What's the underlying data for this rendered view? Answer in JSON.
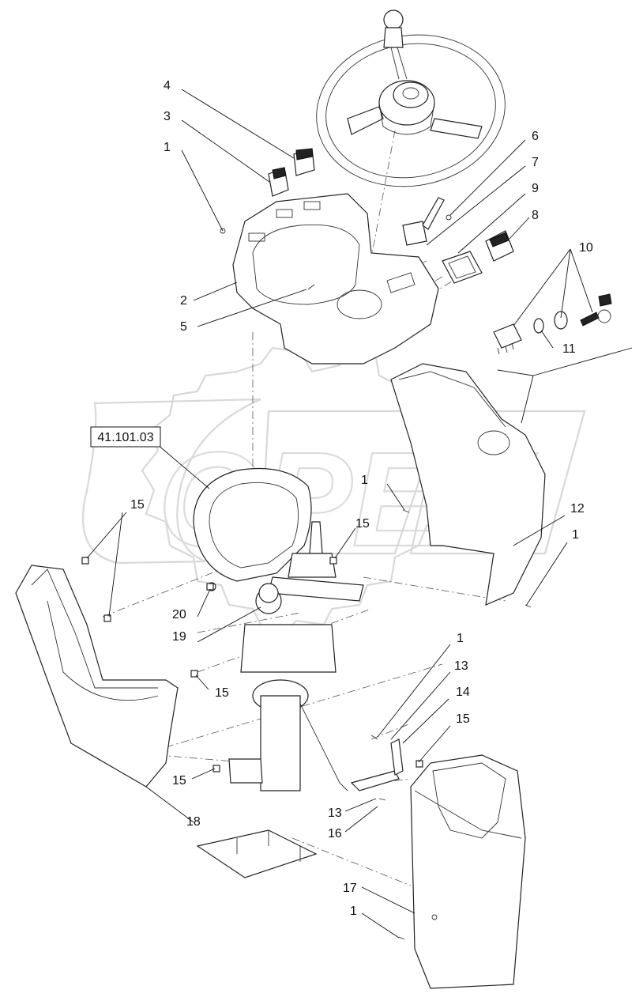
{
  "reference_box": "41.101.03",
  "watermark": "OPEX",
  "callouts": {
    "c1a": "1",
    "c2": "2",
    "c3": "3",
    "c4": "4",
    "c5": "5",
    "c6": "6",
    "c7": "7",
    "c8": "8",
    "c9": "9",
    "c10": "10",
    "c11": "11",
    "c1b": "1",
    "c12": "12",
    "c1c": "1",
    "c15a": "15",
    "c15b": "15",
    "c20": "20",
    "c19": "19",
    "c15c": "15",
    "c18": "18",
    "c15d": "15",
    "c1d": "1",
    "c13a": "13",
    "c14": "14",
    "c15e": "15",
    "c13b": "13",
    "c16": "16",
    "c17": "17",
    "c1e": "1"
  }
}
